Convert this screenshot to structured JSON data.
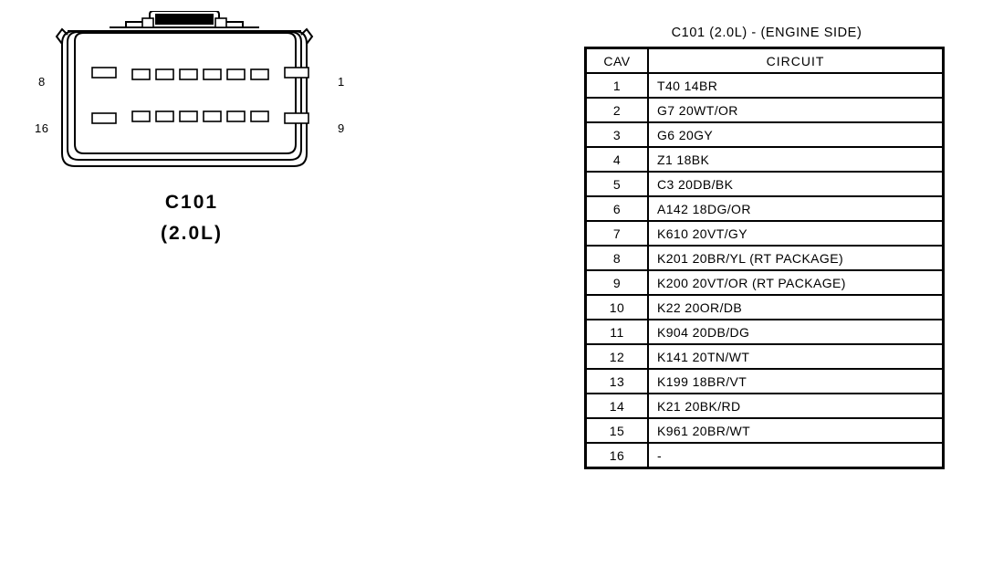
{
  "connector": {
    "caption_line1": "C101",
    "caption_line2": "(2.0L)",
    "pin_labels": {
      "top_left": "8",
      "bottom_left": "16",
      "top_right": "1",
      "bottom_right": "9"
    },
    "cavity_count": 16,
    "rows": 2,
    "cavities_per_row": 8
  },
  "table": {
    "title": "C101 (2.0L) - (ENGINE SIDE)",
    "headers": {
      "cav": "CAV",
      "circuit": "CIRCUIT"
    },
    "rows": [
      {
        "cav": "1",
        "circuit": "T40 14BR"
      },
      {
        "cav": "2",
        "circuit": "G7 20WT/OR"
      },
      {
        "cav": "3",
        "circuit": "G6 20GY"
      },
      {
        "cav": "4",
        "circuit": "Z1 18BK"
      },
      {
        "cav": "5",
        "circuit": "C3 20DB/BK"
      },
      {
        "cav": "6",
        "circuit": "A142 18DG/OR"
      },
      {
        "cav": "7",
        "circuit": "K610 20VT/GY"
      },
      {
        "cav": "8",
        "circuit": "K201 20BR/YL (RT PACKAGE)"
      },
      {
        "cav": "9",
        "circuit": "K200 20VT/OR (RT PACKAGE)"
      },
      {
        "cav": "10",
        "circuit": "K22 20OR/DB"
      },
      {
        "cav": "11",
        "circuit": "K904 20DB/DG"
      },
      {
        "cav": "12",
        "circuit": "K141 20TN/WT"
      },
      {
        "cav": "13",
        "circuit": "K199 18BR/VT"
      },
      {
        "cav": "14",
        "circuit": "K21 20BK/RD"
      },
      {
        "cav": "15",
        "circuit": "K961 20BR/WT"
      },
      {
        "cav": "16",
        "circuit": "-"
      }
    ]
  },
  "colors": {
    "line": "#000000",
    "background": "#ffffff"
  }
}
